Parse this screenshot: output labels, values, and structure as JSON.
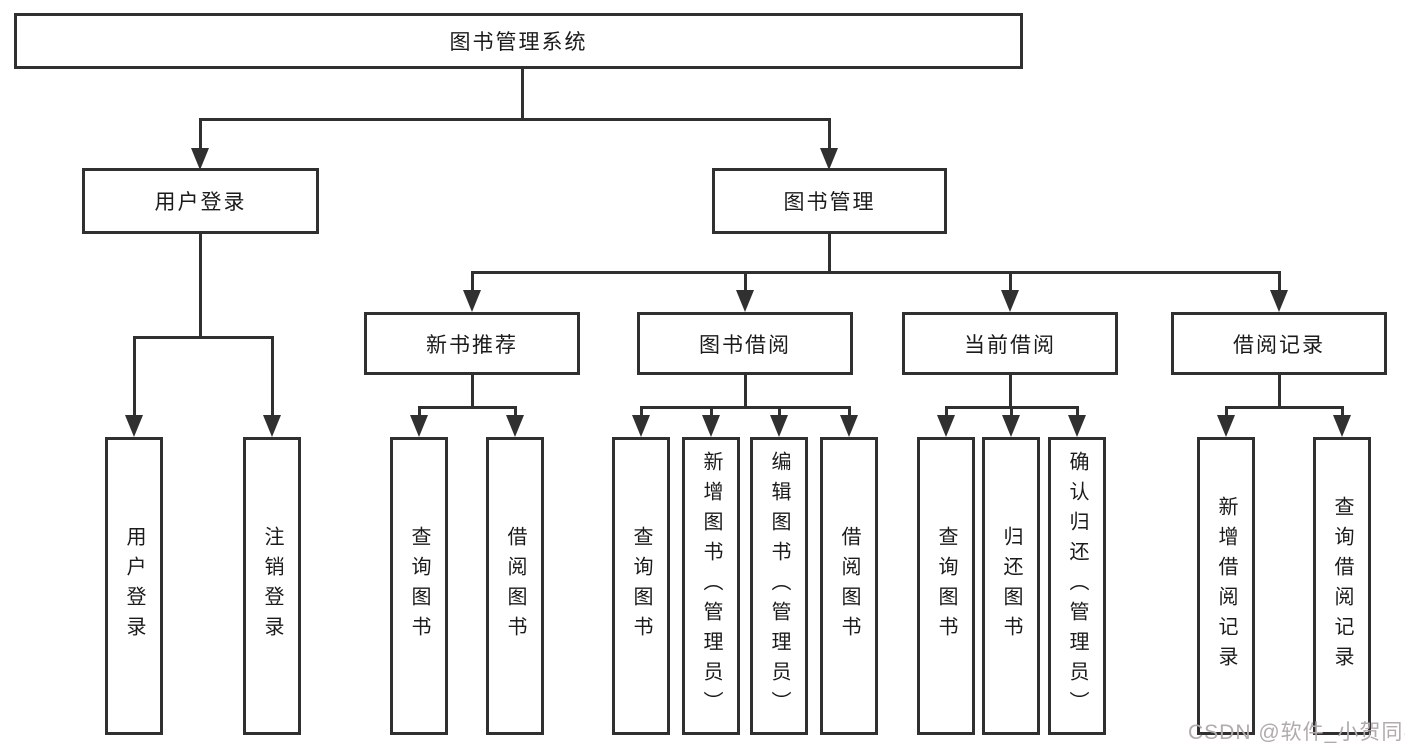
{
  "tree": {
    "label": "图书管理系统",
    "children": [
      {
        "label": "用户登录",
        "children": [
          {
            "label": "用户登录"
          },
          {
            "label": "注销登录"
          }
        ]
      },
      {
        "label": "图书管理",
        "children": [
          {
            "label": "新书推荐",
            "children": [
              {
                "label": "查询图书"
              },
              {
                "label": "借阅图书"
              }
            ]
          },
          {
            "label": "图书借阅",
            "children": [
              {
                "label": "查询图书"
              },
              {
                "label": "新增图书（管理员）"
              },
              {
                "label": "编辑图书（管理员）"
              },
              {
                "label": "借阅图书"
              }
            ]
          },
          {
            "label": "当前借阅",
            "children": [
              {
                "label": "查询图书"
              },
              {
                "label": "归还图书"
              },
              {
                "label": "确认归还（管理员）"
              }
            ]
          },
          {
            "label": "借阅记录",
            "children": [
              {
                "label": "新增借阅记录"
              },
              {
                "label": "查询借阅记录"
              }
            ]
          }
        ]
      }
    ]
  },
  "watermark": {
    "text": "CSDN @软件_小贺同学"
  },
  "colors": {
    "line": "#303030",
    "box_border": "#303030",
    "box_fill": "#ffffff",
    "text": "#1b1b1b",
    "watermark": "#b3abab",
    "background": "#ffffff"
  }
}
